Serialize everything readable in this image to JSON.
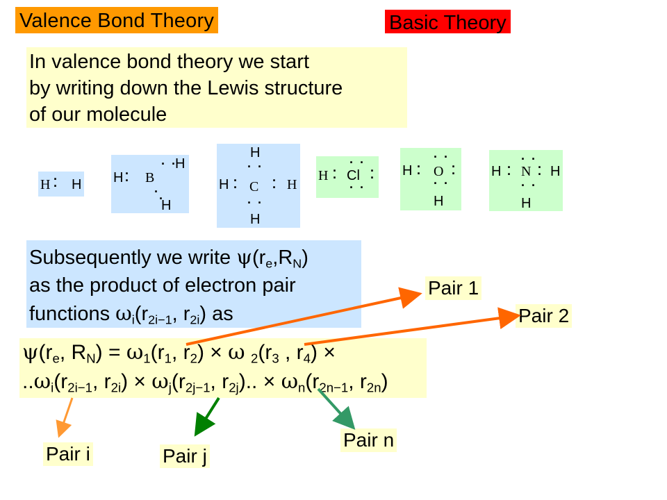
{
  "header": {
    "title": "Valence Bond Theory",
    "badge": "Basic Theory"
  },
  "intro": {
    "lines": [
      "In valence bond theory we start",
      "by writing down the Lewis structure",
      "of our molecule"
    ]
  },
  "molecules": [
    {
      "name": "H2",
      "atoms": [
        "H",
        "H"
      ]
    },
    {
      "name": "BH3",
      "atoms": [
        "H",
        "B",
        "H",
        "H"
      ]
    },
    {
      "name": "CH4",
      "atoms": [
        "H",
        "H",
        "C",
        "H",
        "H"
      ]
    },
    {
      "name": "HCl",
      "atoms": [
        "H",
        "Cl"
      ]
    },
    {
      "name": "H2O",
      "atoms": [
        "H",
        "O",
        "H"
      ]
    },
    {
      "name": "NH3",
      "atoms": [
        "H",
        "N",
        "H",
        "H"
      ]
    }
  ],
  "pair_text": {
    "line1_prefix": "Subsequently we write ",
    "line2": "as the product of electron pair",
    "line3_prefix": "functions ",
    "line3_suffix": " as"
  },
  "labels": {
    "pair1": "Pair 1",
    "pair2": "Pair 2",
    "pairi": "Pair i",
    "pairj": "Pair j",
    "pairn": "Pair n"
  },
  "colors": {
    "title_bg": "#ff9900",
    "badge_bg": "#ff0000",
    "yellow_box": "#ffffcc",
    "blue_box": "#cce6ff",
    "green_box": "#ccffcc",
    "arrow_orange": "#ff6600",
    "arrow_light_orange": "#ff9933",
    "arrow_green": "#008000",
    "arrow_teal": "#339966"
  }
}
